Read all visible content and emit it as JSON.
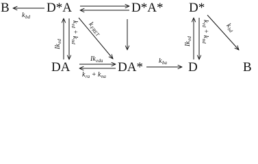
{
  "species": {
    "b_top": "B",
    "da_star_top": "D*A",
    "da_star_star": "D*A*",
    "d_star": "D*",
    "da": "DA",
    "da_bottom_star": "DA*",
    "d": "D",
    "b_bottom": "B"
  },
  "rates": {
    "k_bd": {
      "main": "k",
      "sub": "bd"
    },
    "ik_ed_left": {
      "main": "Ik",
      "sub": "ed"
    },
    "k_rd_plus_k_nd_left": {
      "main": "k",
      "sub": "rd",
      "plus": " + ",
      "main2": "k",
      "sub2": "nd"
    },
    "k_fret": {
      "main": "k",
      "sub": "FRET"
    },
    "ik_eda": {
      "main": "Ik",
      "sub": "eda"
    },
    "k_ra_plus_k_na": {
      "main": "k",
      "sub": "ra",
      "plus": " + ",
      "main2": "k",
      "sub2": "na"
    },
    "k_ba": {
      "main": "k",
      "sub": "ba"
    },
    "ik_ed_right": {
      "main": "Ik",
      "sub": "ed"
    },
    "k_rd_plus_k_nd_right": {
      "main": "k",
      "sub": "rd",
      "plus": " + ",
      "main2": "k",
      "sub2": "nd"
    },
    "k_bd_right": {
      "main": "k",
      "sub": "bd"
    }
  }
}
